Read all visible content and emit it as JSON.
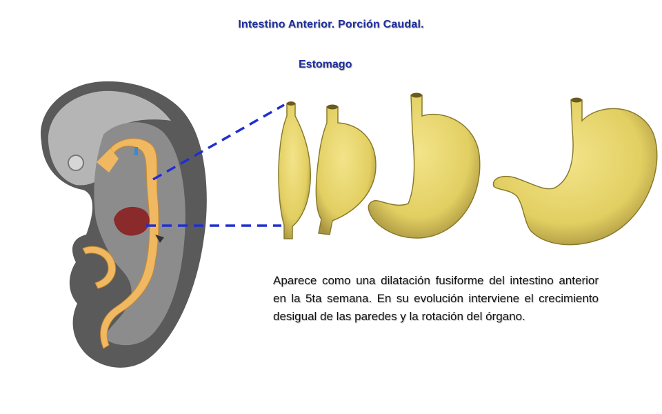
{
  "title": "Intestino Anterior.  Porción Caudal.",
  "subtitle": "Estomago",
  "description": "Aparece como una dilatación fusiforme del intestino anterior en la 5ta semana. En su evolución interviene el crecimiento desigual de las paredes y la rotación del órgano.",
  "colors": {
    "heading": "#1f2f9c",
    "connector": "#1f2fd0",
    "stomach_fill": "#e6d36a",
    "stomach_edge": "#8a7a2a",
    "gut_tube": "#f0b860",
    "embryo_outer": "#5a5a5a",
    "embryo_mid": "#8c8c8c",
    "embryo_light": "#b5b5b5",
    "liver": "#8a2a2a"
  },
  "illustrations": {
    "embryo": "embryo-sagittal-section",
    "stages": [
      "stomach-stage-1",
      "stomach-stage-2",
      "stomach-stage-3",
      "stomach-stage-4"
    ]
  }
}
